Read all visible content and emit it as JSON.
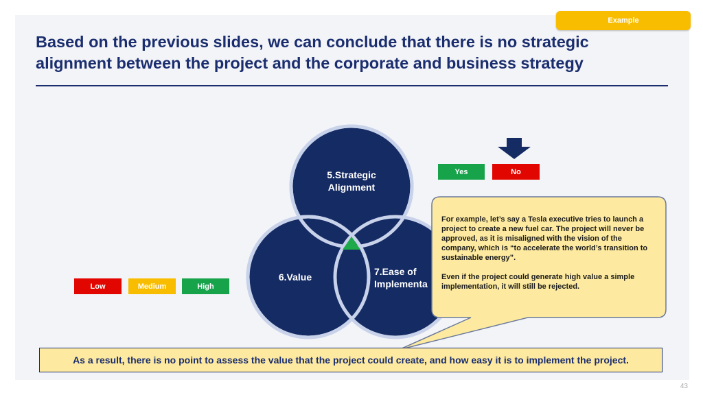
{
  "header": {
    "tag": "Example",
    "title_line1": "Based on the previous slides, we can conclude that there is no strategic",
    "title_line2": "alignment between the project and the corporate and business strategy"
  },
  "venn": {
    "circles": [
      {
        "label_line1": "5.Strategic",
        "label_line2": "Alignment"
      },
      {
        "label_line1": "6.Value"
      },
      {
        "label_line1": "7.Ease of",
        "label_line2": "Implementa"
      }
    ],
    "fill_color": "#152b63",
    "ring_color": "#c8d2ea",
    "center_marker_color": "#1eaa4a"
  },
  "decision": {
    "yes_label": "Yes",
    "no_label": "No",
    "yes_color": "#16a34a",
    "no_color": "#e10600",
    "selected": "No"
  },
  "rating": {
    "labels": [
      "Low",
      "Medium",
      "High"
    ],
    "colors": [
      "#e10600",
      "#f9bd00",
      "#16a34a"
    ]
  },
  "callout": {
    "paragraph1": "For example, let’s say a Tesla executive tries to launch a project to create a new fuel car. The project will never be approved, as it is misaligned with the vision of the company, which is “to accelerate the world’s transition to sustainable energy”.",
    "paragraph2": "Even if the project could generate high value a simple implementation, it will still be rejected.",
    "bg_color": "#fdeaa0"
  },
  "conclusion": "As a result, there is no point to assess the value that the project could create, and how easy it is to implement the project.",
  "page_number": "43"
}
